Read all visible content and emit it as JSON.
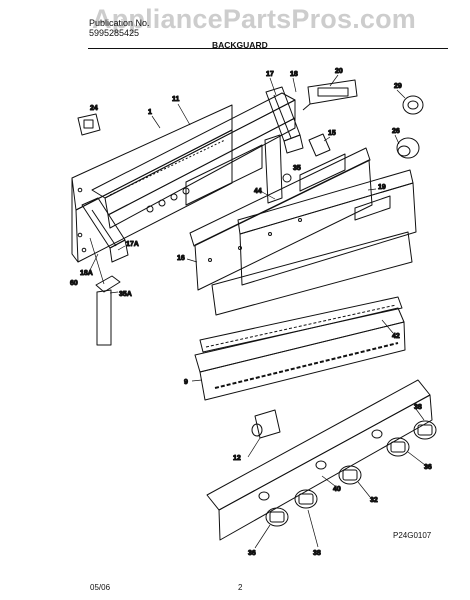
{
  "watermark": "AppliancePartsPros.com",
  "header": {
    "publication_label": "Publication No.",
    "publication_number": "5995285425",
    "section_title": "BACKGUARD"
  },
  "callouts": {
    "c1": "1",
    "c11": "11",
    "c17": "17",
    "c18": "18",
    "c20": "20",
    "c24": "24",
    "c29": "29",
    "c15": "15",
    "c26": "26",
    "c35": "35",
    "c44": "44",
    "c19": "19",
    "c16": "16",
    "c17a": "17A",
    "c18a": "18A",
    "c60": "60",
    "c35a": "35A",
    "c42": "42",
    "c9": "9",
    "c38a": "38",
    "c36a": "36",
    "c12": "12",
    "c32": "32",
    "c40": "40",
    "c36b": "36",
    "c38b": "38"
  },
  "figure_id": "P24G0107",
  "footer": {
    "date": "05/06",
    "page": "2"
  }
}
